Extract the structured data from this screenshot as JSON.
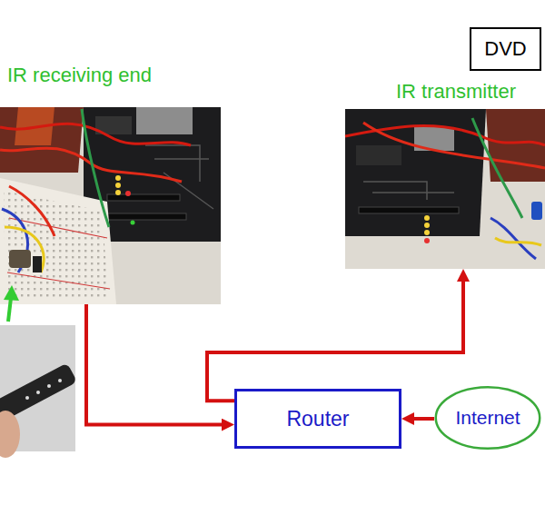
{
  "diagram": {
    "nodes": [
      {
        "text": [
          "IR receiving end"
        ]
      },
      {
        "text": [
          "DVD"
        ]
      },
      {
        "text": [
          "IR transmitter"
        ]
      },
      {
        "text": [
          "Router"
        ]
      },
      {
        "text": [
          "Internet"
        ]
      }
    ],
    "edges": [
      {
        "from": 0,
        "to": 3,
        "arrow": "to"
      },
      {
        "from": 3,
        "to": 2,
        "arrow": "to"
      },
      {
        "from": 4,
        "to": 3,
        "arrow": "to"
      }
    ]
  }
}
